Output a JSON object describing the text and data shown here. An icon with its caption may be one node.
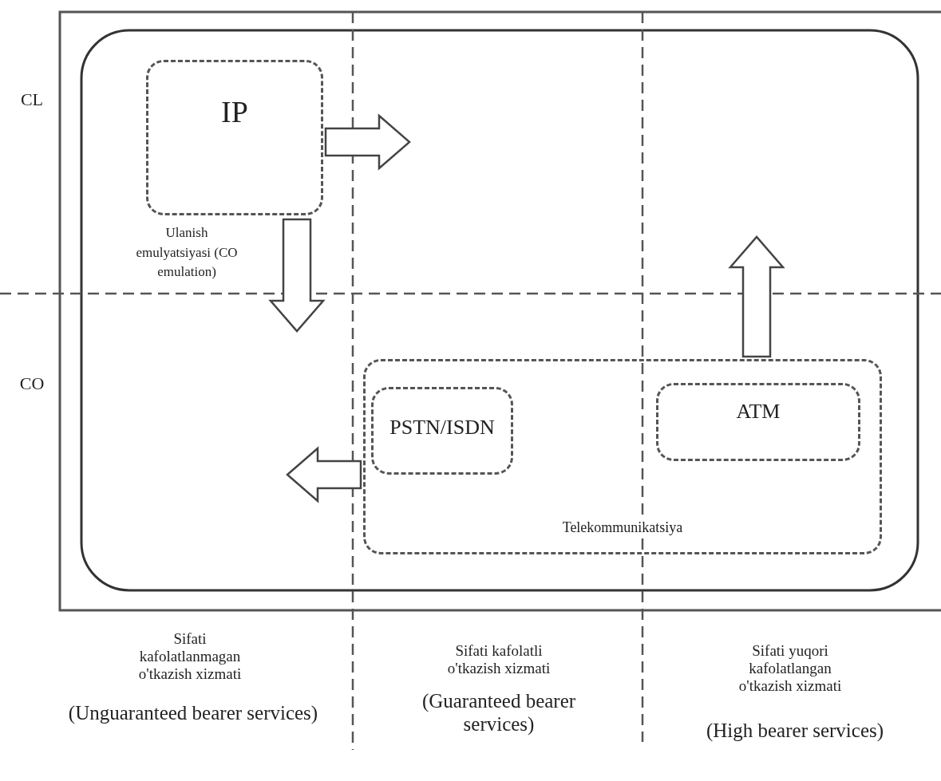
{
  "diagram": {
    "nodes": [
      {
        "text": [
          "IP"
        ]
      },
      {
        "text": [
          "Telekommunikatsiya"
        ]
      },
      {
        "text": [
          "PSTN/ISDN"
        ],
        "in": 1
      },
      {
        "text": [
          "ATM"
        ],
        "in": 1
      }
    ],
    "edges": [
      {
        "from": 0,
        "to": null,
        "arrow": "to"
      },
      {
        "from": 0,
        "to": null,
        "arrow": "to",
        "label": "Ulanish emulyatsiyasi (CO emulation)"
      },
      {
        "from": 1,
        "to": null,
        "arrow": "to"
      },
      {
        "from": 1,
        "to": null,
        "arrow": "to"
      }
    ],
    "labels": [
      "CL",
      "CO",
      "Sifati kafolatlanmagan o'tkazish xizmati",
      "(Unguaranteed bearer services)",
      "Sifati kafolatli o'tkazish xizmati",
      "(Guaranteed bearer services)",
      "Sifati yuqori kafolatlangan o'tkazish xizmati",
      "(High bearer services)"
    ]
  }
}
